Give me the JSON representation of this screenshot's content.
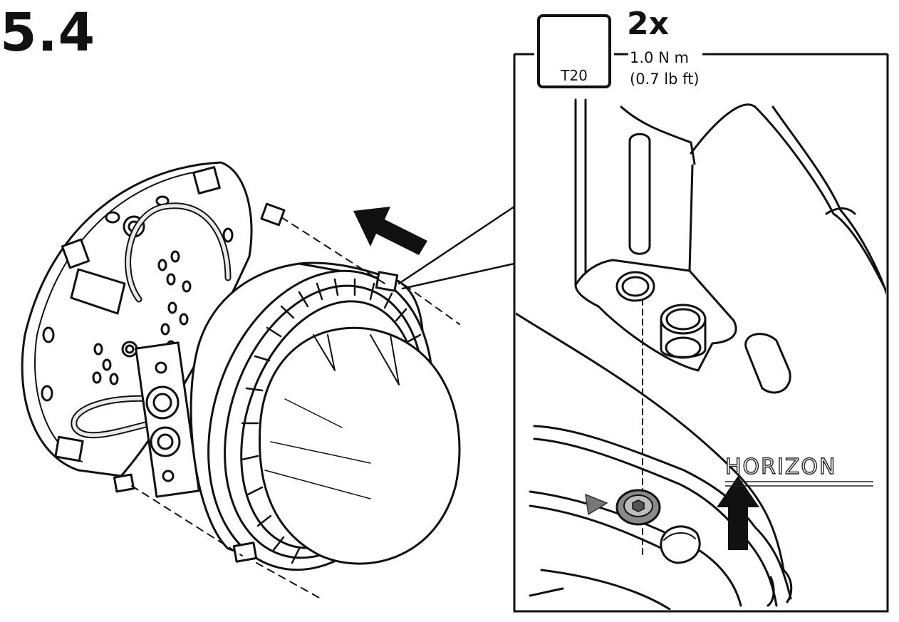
{
  "step": {
    "number": "5.4"
  },
  "tool": {
    "icon": "torx-icon",
    "label": "T20"
  },
  "quantity": "2x",
  "torque": {
    "metric": "1.0 N m",
    "imperial": "(0.7 lb ft)"
  },
  "detail": {
    "brand_text": "HORIZON"
  },
  "colors": {
    "line": "#111111",
    "fill": "#ffffff",
    "screw_gray": "#8a8a8a",
    "marker_gray": "#777777"
  }
}
